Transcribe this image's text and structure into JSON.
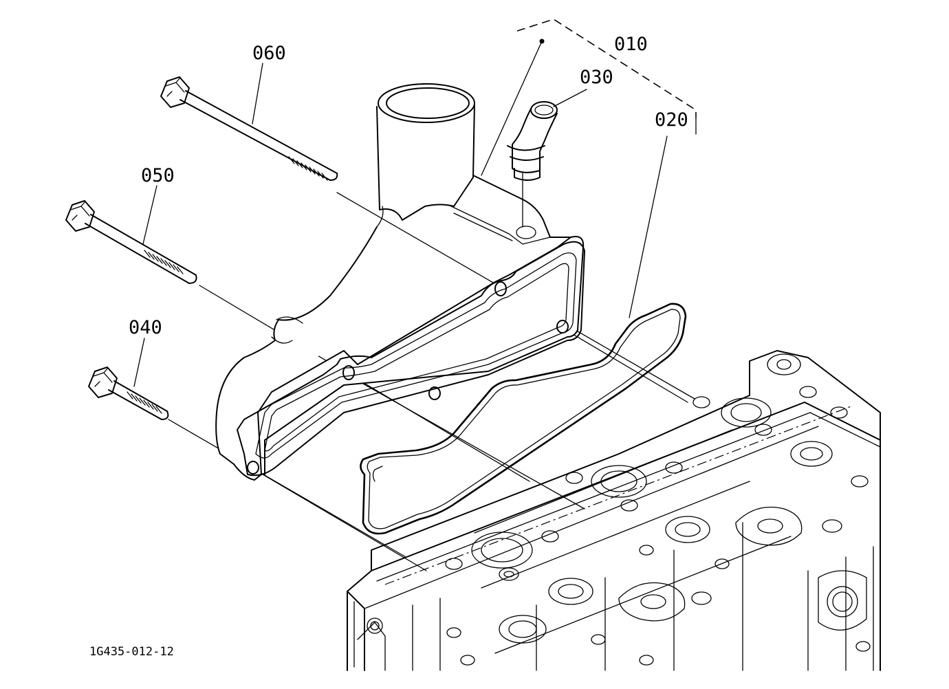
{
  "labels": {
    "p010": "010",
    "p020": "020",
    "p030": "030",
    "p040": "040",
    "p050": "050",
    "p060": "060"
  },
  "figure_code": "1G435-012-12"
}
